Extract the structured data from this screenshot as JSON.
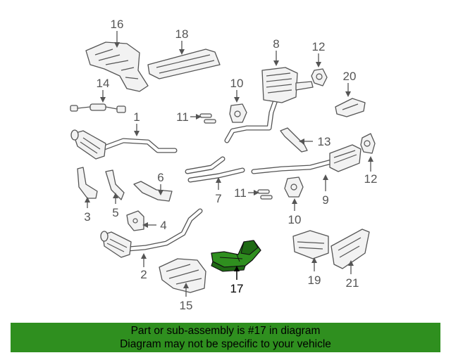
{
  "callouts": [
    {
      "label": "1"
    },
    {
      "label": "2"
    },
    {
      "label": "3"
    },
    {
      "label": "4"
    },
    {
      "label": "5"
    },
    {
      "label": "6"
    },
    {
      "label": "7"
    },
    {
      "label": "8"
    },
    {
      "label": "9"
    },
    {
      "label": "10"
    },
    {
      "label": "10"
    },
    {
      "label": "11"
    },
    {
      "label": "11"
    },
    {
      "label": "12"
    },
    {
      "label": "12"
    },
    {
      "label": "13"
    },
    {
      "label": "14"
    },
    {
      "label": "15"
    },
    {
      "label": "16"
    },
    {
      "label": "17"
    },
    {
      "label": "18"
    },
    {
      "label": "19"
    },
    {
      "label": "20"
    },
    {
      "label": "21"
    }
  ],
  "highlighted_part": "17",
  "colors": {
    "highlight": "#2f8f1f",
    "line": "#555555",
    "banner": "#2f8f1f"
  },
  "banner": {
    "line1": "Part or sub-assembly is #17 in diagram",
    "line2": "Diagram may not be specific to your vehicle"
  }
}
